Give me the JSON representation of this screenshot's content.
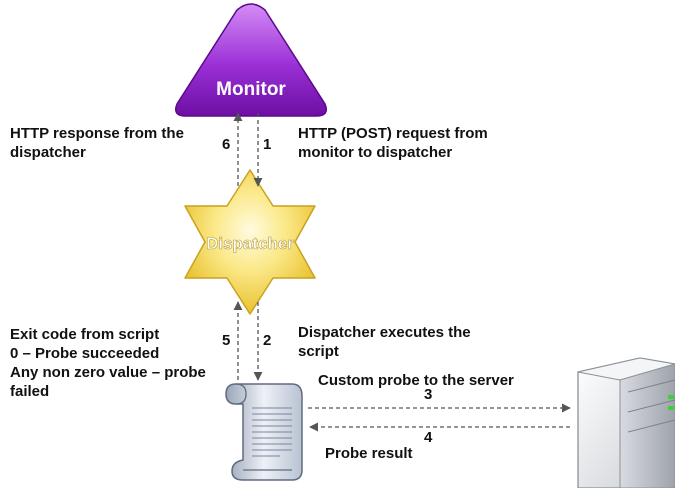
{
  "nodes": {
    "monitor": {
      "label": "Monitor"
    },
    "dispatcher": {
      "label": "Dispatcher"
    }
  },
  "annotations": {
    "http_response": [
      "HTTP response from the",
      "dispatcher"
    ],
    "http_request": [
      "HTTP (POST) request from",
      "monitor to dispatcher"
    ],
    "exit_code": [
      "Exit code from script",
      "0 – Probe succeeded",
      "Any non zero value – probe",
      "failed"
    ],
    "dispatcher_executes": [
      "Dispatcher executes the",
      "script"
    ],
    "custom_probe": "Custom probe to the server",
    "probe_result": "Probe result"
  },
  "steps": {
    "s1": "1",
    "s2": "2",
    "s3": "3",
    "s4": "4",
    "s5": "5",
    "s6": "6"
  },
  "colors": {
    "monitor_fill": "#8a1fc4",
    "dispatcher_fill": "#f7dc52",
    "arrow": "#555555",
    "text": "#111111"
  }
}
